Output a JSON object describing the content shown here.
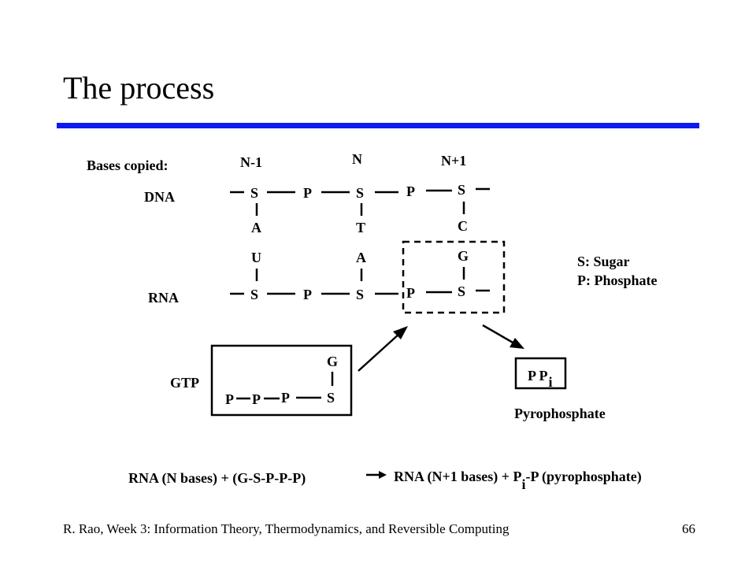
{
  "slide": {
    "title": "The process",
    "footer_text": "R. Rao, Week 3: Information Theory, Thermodynamics, and Reversible Computing",
    "page_number": "66",
    "rule_color": "#0a1bf0"
  },
  "diagram": {
    "header_label": "Bases copied:",
    "positions": [
      "N-1",
      "N",
      "N+1"
    ],
    "dna_label": "DNA",
    "rna_label": "RNA",
    "gtp_label": "GTP",
    "dna_row": [
      "S",
      "P",
      "S",
      "P",
      "S"
    ],
    "dna_bases": [
      "A",
      "T",
      "C"
    ],
    "rna_bases": [
      "U",
      "A",
      "G"
    ],
    "rna_row": [
      "S",
      "P",
      "S",
      "P",
      "S"
    ],
    "legend": [
      "S: Sugar",
      "P: Phosphate"
    ],
    "gtp_base": "G",
    "gtp_row": [
      "P",
      "P",
      "P",
      "S"
    ],
    "pyro_box": {
      "main": "P P",
      "sub": "i"
    },
    "pyro_label": "Pyrophosphate",
    "equation": {
      "left": "RNA (N bases) + (G-S-P-P-P)",
      "right_prefix": "RNA (N+1 bases) + P",
      "right_sub": "i",
      "right_suffix": "-P (pyrophosphate)"
    }
  }
}
